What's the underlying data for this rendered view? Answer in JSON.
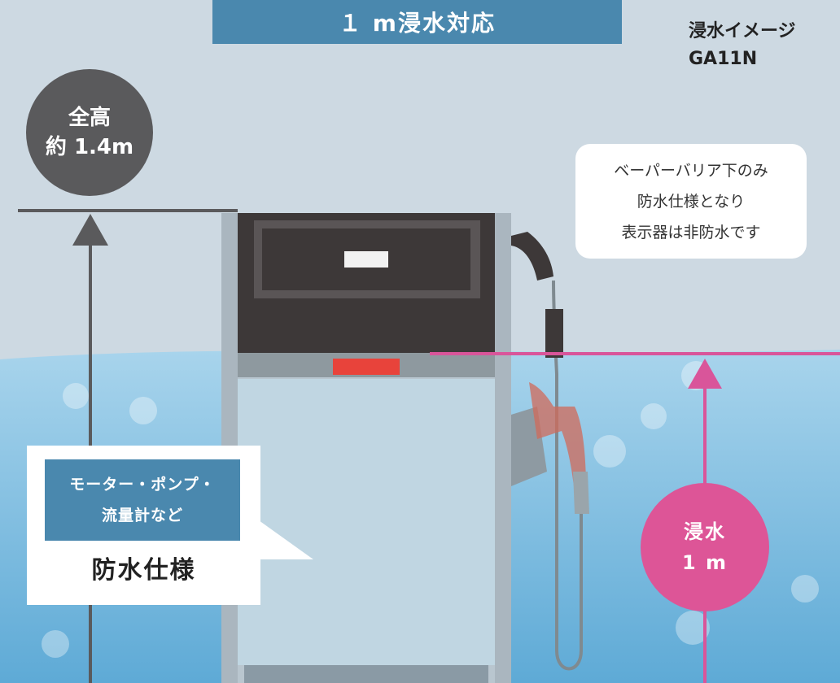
{
  "title": "１ m浸水対応",
  "image_note": {
    "line1": "浸水イメージ",
    "line2": "GA11N"
  },
  "height_badge": {
    "line1": "全高",
    "line2": "約 1.4m"
  },
  "vapor_note": {
    "line1": "ベーパーバリア下のみ",
    "line2": "防水仕様となり",
    "line3": "表示器は非防水です"
  },
  "spec_box": {
    "parts_line1": "モーター・ポンプ・",
    "parts_line2": "流量計など",
    "label": "防水仕様"
  },
  "flood_badge": {
    "line1": "浸水",
    "line2": "1 m"
  },
  "colors": {
    "banner": "#4a88ae",
    "height_circle": "#5a5a5c",
    "flood_circle": "#dd5597",
    "flood_line": "#d9559a",
    "sky": "#cdd9e2",
    "water_top": "#a8d4ec",
    "water_bottom": "#5eaad6",
    "dispenser_head": "#3d3838",
    "warning_strip": "#e8433b"
  }
}
